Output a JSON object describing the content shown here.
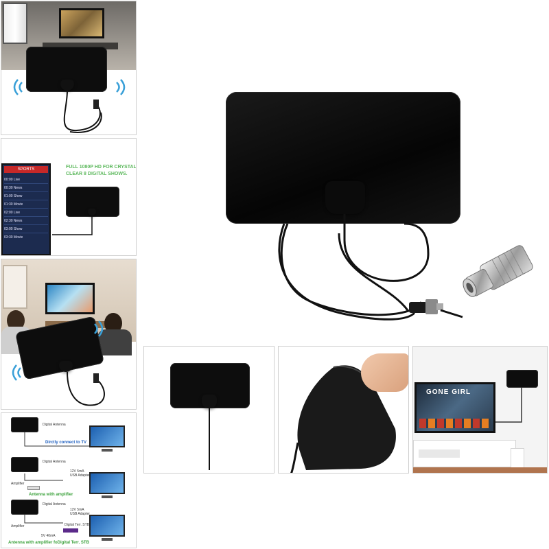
{
  "promo": {
    "headline_line1": "FULL 1080P HD FOR CRYSTAL",
    "headline_line2": "CLEAR 8 DIGITAL SHOWS.",
    "headline_color": "#5cb85c"
  },
  "channel_guide": {
    "header": "SPORTS",
    "rows": [
      "00:00 Live",
      "00:30 News",
      "01:00 Show",
      "01:30 Movie",
      "02:00 Live",
      "02:30 News",
      "03:00 Show",
      "03:30 Movie"
    ]
  },
  "movie_poster": {
    "title": "GONE GIRL"
  },
  "diagram": {
    "row1": {
      "antenna_label": "Digital Antenna",
      "caption": "Dirctly connect to TV",
      "caption_color": "#1e5fbf"
    },
    "row2": {
      "antenna_label": "Digital Antenna",
      "adapter_line1": "12V 5mA",
      "adapter_line2": "USB Adapter",
      "amplifier_label": "Amplifier",
      "caption": "Antenna with amplifier",
      "caption_color": "#3aa13a"
    },
    "row3": {
      "antenna_label": "Digital Antenna",
      "adapter_line1": "12V 5mA",
      "adapter_line2": "USB Adapter",
      "amplifier_label": "Amplifier",
      "stb_label": "Digital Terr. STB",
      "power_label": "5V 40mA",
      "caption": "Antenna with amplifier foDigital Terr. STB",
      "caption_color": "#3aa13a"
    }
  },
  "icons": [
    "signal-wave-icon",
    "coaxial-connector-icon"
  ]
}
